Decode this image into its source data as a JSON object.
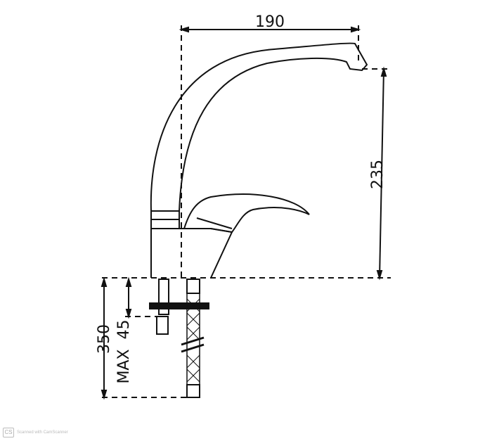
{
  "drawing": {
    "dimensions": {
      "spout_reach": "190",
      "spout_height": "235",
      "hose_length": "350",
      "max_thickness": "MAX  45"
    }
  },
  "watermark": {
    "logo": "CS",
    "text": "Scanned with CamScanner"
  }
}
